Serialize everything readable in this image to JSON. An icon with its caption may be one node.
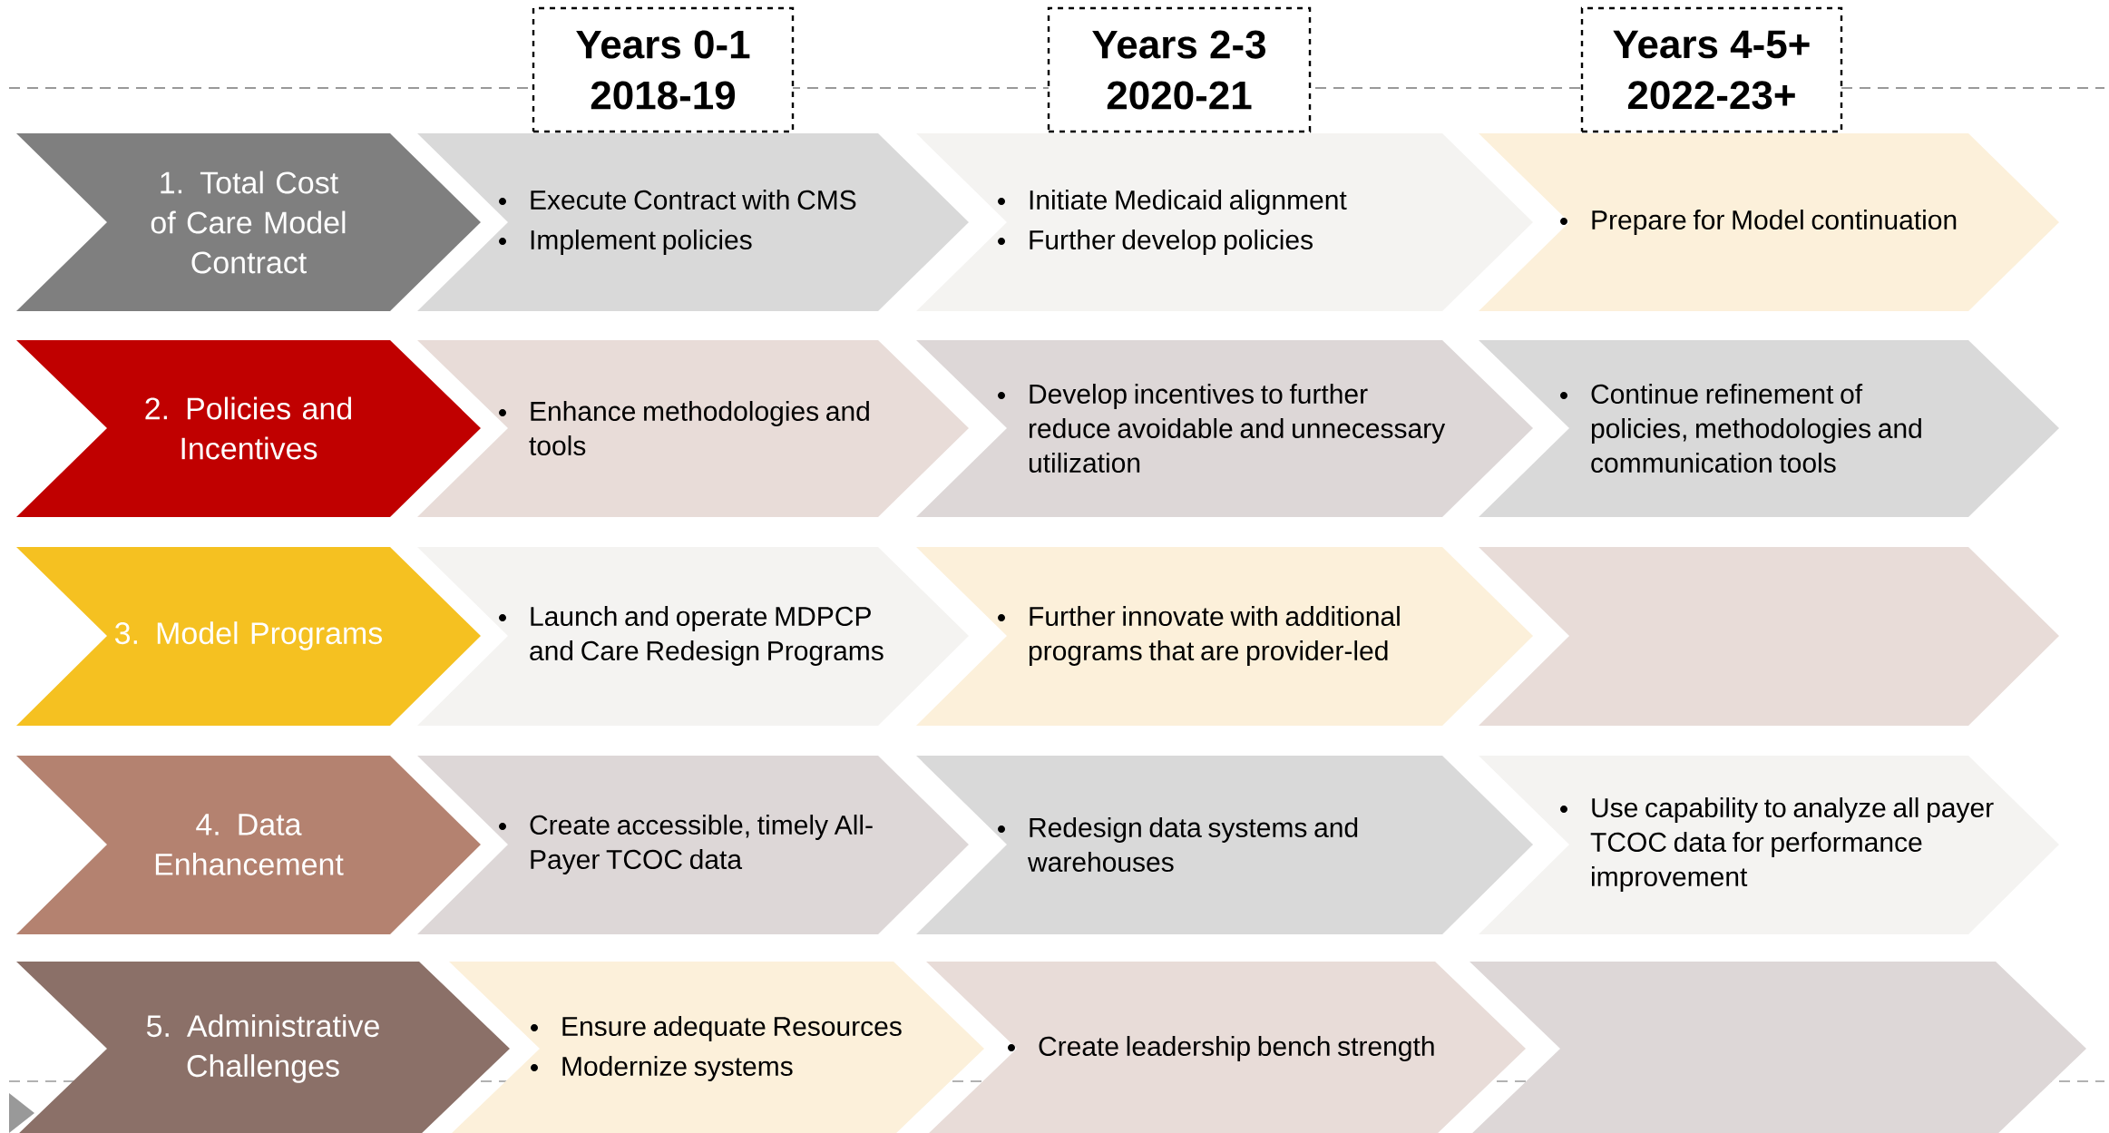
{
  "diagram": {
    "nodes": [
      {
        "text": [
          "Years 0-1",
          "2018-19"
        ]
      },
      {
        "text": [
          "Years 2-3",
          "2020-21"
        ]
      },
      {
        "text": [
          "Years 4-5+",
          "2022-23+"
        ]
      },
      {
        "text": [
          "1. Total Cost of Care Model Contract"
        ]
      },
      {
        "text": [
          "Execute Contract with CMS",
          "Implement policies"
        ]
      },
      {
        "text": [
          "Initiate Medicaid alignment",
          "Further develop policies"
        ]
      },
      {
        "text": [
          "Prepare for Model continuation"
        ]
      },
      {
        "text": [
          "2. Policies and Incentives"
        ]
      },
      {
        "text": [
          "Enhance methodologies and tools"
        ]
      },
      {
        "text": [
          "Develop incentives to further reduce avoidable and unnecessary utilization"
        ]
      },
      {
        "text": [
          "Continue refinement of policies, methodologies and communication tools"
        ]
      },
      {
        "text": [
          "3. Model Programs"
        ]
      },
      {
        "text": [
          "Launch and operate MDPCP and Care Redesign Programs"
        ]
      },
      {
        "text": [
          "Further innovate with additional programs that are provider-led"
        ]
      },
      {
        "text": [],
        "shape": "chevron"
      },
      {
        "text": [
          "4. Data Enhancement"
        ]
      },
      {
        "text": [
          "Create accessible, timely All-Payer TCOC data"
        ]
      },
      {
        "text": [
          "Redesign data systems and warehouses"
        ]
      },
      {
        "text": [
          "Use capability to analyze all payer TCOC data for performance improvement"
        ]
      },
      {
        "text": [
          "5. Administrative Challenges"
        ]
      },
      {
        "text": [
          "Ensure adequate Resources",
          "Modernize systems"
        ]
      },
      {
        "text": [
          "Create leadership bench strength"
        ]
      },
      {
        "text": [],
        "shape": "chevron"
      }
    ]
  }
}
